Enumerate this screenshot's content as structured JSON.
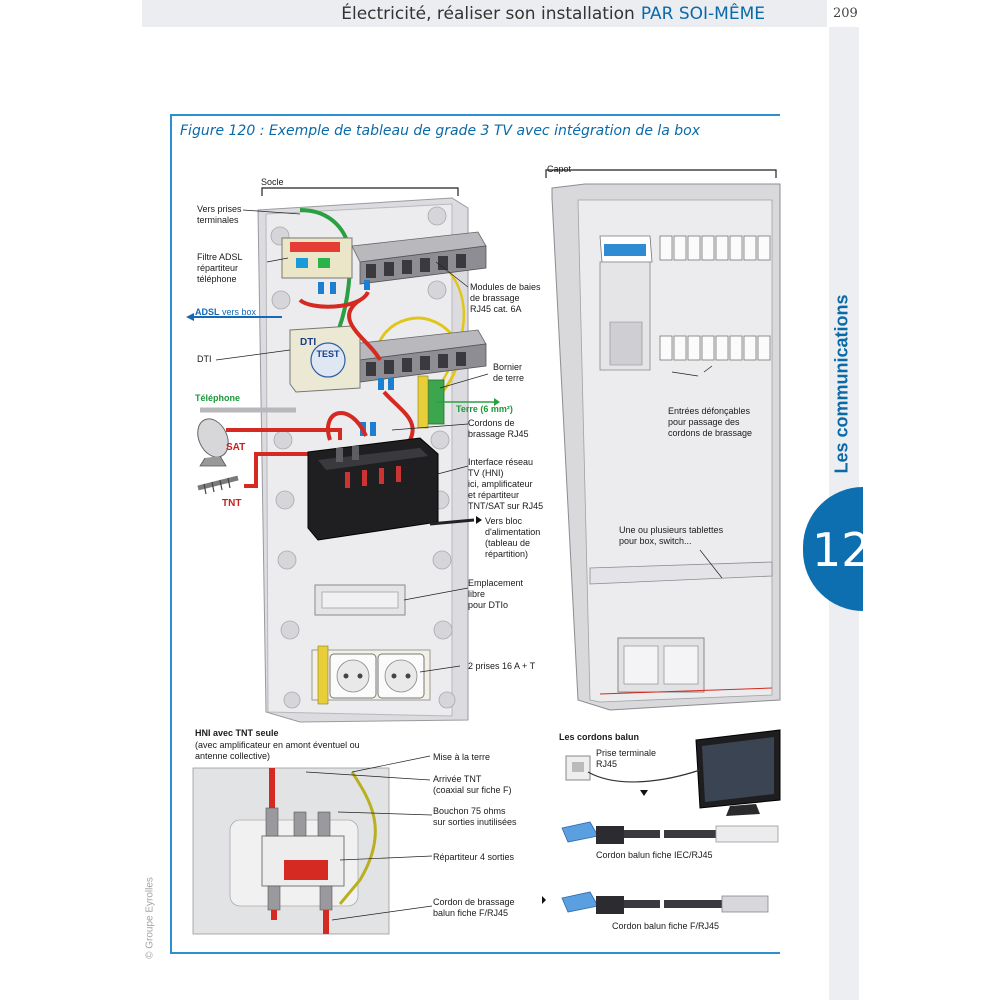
{
  "header": {
    "title_part1": "Électricité, réaliser son installation",
    "title_part2": "PAR SOI-MÊME",
    "page_number": "209"
  },
  "chapter": {
    "title": "Les communications",
    "number": "12"
  },
  "figure": {
    "caption": "Figure 120  :  Exemple de tableau de grade 3 TV  avec intégration de la box"
  },
  "labels": {
    "socle": "Socle",
    "capot": "Capot",
    "vers_prises_1": "Vers prises",
    "vers_prises_2": "terminales",
    "filtre_1": "Filtre ADSL",
    "filtre_2": "répartiteur",
    "filtre_3": "téléphone",
    "adsl": "ADSL",
    "adsl_rest": "vers box",
    "dti": "DTI",
    "telephone": "Téléphone",
    "sat": "SAT",
    "tnt": "TNT",
    "modules_1": "Modules de baies",
    "modules_2": "de brassage",
    "modules_3": "RJ45 cat. 6A",
    "bornier_1": "Bornier",
    "bornier_2": "de terre",
    "terre": "Terre (6 mm²)",
    "cordons_1": "Cordons de",
    "cordons_2": "brassage RJ45",
    "interface_1": "Interface réseau",
    "interface_2": "TV (HNI)",
    "interface_3": "ici, amplificateur",
    "interface_4": "et répartiteur",
    "interface_5": "TNT/SAT sur RJ45",
    "alim_1": "Vers bloc",
    "alim_2": "d'alimentation",
    "alim_3": "(tableau de",
    "alim_4": "répartition)",
    "empl_1": "Emplacement",
    "empl_2": "libre",
    "empl_3": "pour DTIo",
    "prises16": "2 prises 16 A + T",
    "entrees_1": "Entrées défonçables",
    "entrees_2": "pour passage des",
    "entrees_3": "cordons de brassage",
    "tablettes_1": "Une ou plusieurs tablettes",
    "tablettes_2": "pour box, switch...",
    "hni_title": "HNI avec TNT seule",
    "hni_sub_1": "(avec amplificateur en amont éventuel ou",
    "hni_sub_2": "antenne collective)",
    "mise_terre": "Mise à la terre",
    "arrivee_1": "Arrivée TNT",
    "arrivee_2": "(coaxial sur fiche F)",
    "bouchon_1": "Bouchon 75 ohms",
    "bouchon_2": "sur sorties inutilisées",
    "repartiteur": "Répartiteur 4 sorties",
    "cordon_f_1": "Cordon de brassage",
    "cordon_f_2": "balun fiche F/RJ45",
    "balun_title": "Les cordons balun",
    "prise_term_1": "Prise terminale",
    "prise_term_2": "RJ45",
    "balun_iec": "Cordon balun fiche IEC/RJ45",
    "balun_f": "Cordon balun fiche F/RJ45",
    "copyright": "© Groupe Eyrolles"
  },
  "colors": {
    "accent": "#0a6aa8",
    "frame": "#2e8fd0",
    "cable_red": "#d42a22",
    "cable_green": "#2aa043",
    "cable_yellow": "#e1c61a",
    "label_blue": "#1569b5"
  }
}
